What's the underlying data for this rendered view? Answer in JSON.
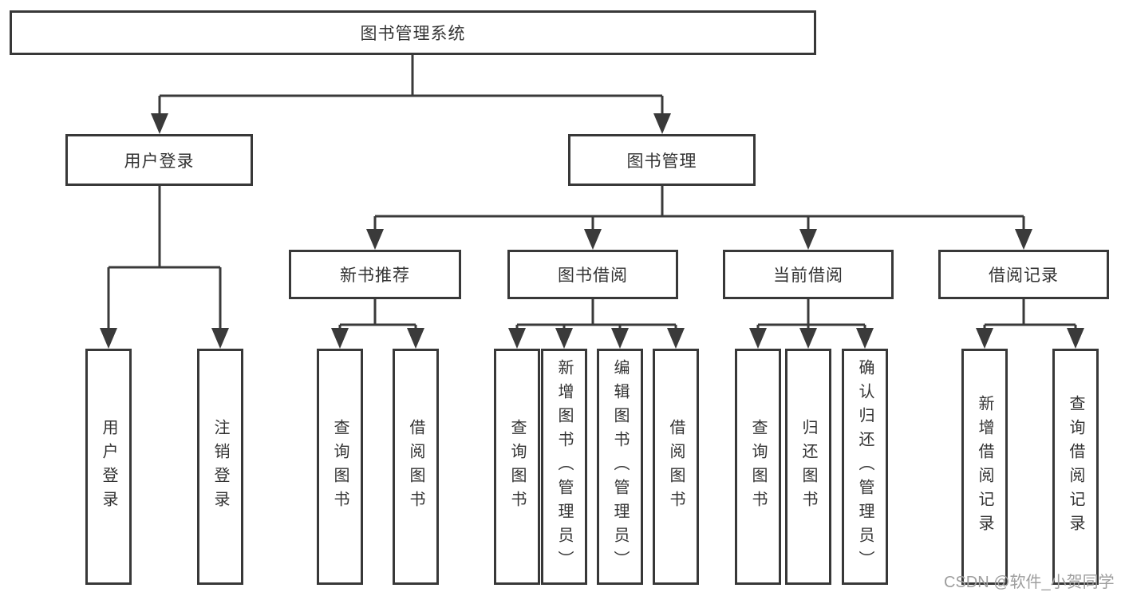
{
  "root": "图书管理系统",
  "branches": [
    {
      "label": "用户登录",
      "leaves": [
        "用户登录",
        "注销登录"
      ]
    },
    {
      "label": "图书管理",
      "sub": [
        {
          "label": "新书推荐",
          "leaves": [
            "查询图书",
            "借阅图书"
          ]
        },
        {
          "label": "图书借阅",
          "leaves": [
            "查询图书",
            "新增图书（管理员）",
            "编辑图书（管理员）",
            "借阅图书"
          ]
        },
        {
          "label": "当前借阅",
          "leaves": [
            "查询图书",
            "归还图书",
            "确认归还（管理员）"
          ]
        },
        {
          "label": "借阅记录",
          "leaves": [
            "新增借阅记录",
            "查询借阅记录"
          ]
        }
      ]
    }
  ],
  "watermark": "CSDN @软件_小贺同学",
  "colors": {
    "line": "#3a3a3a",
    "border": "#383838",
    "text": "#333333",
    "watermark": "#9e9e9e",
    "background": "#ffffff"
  }
}
